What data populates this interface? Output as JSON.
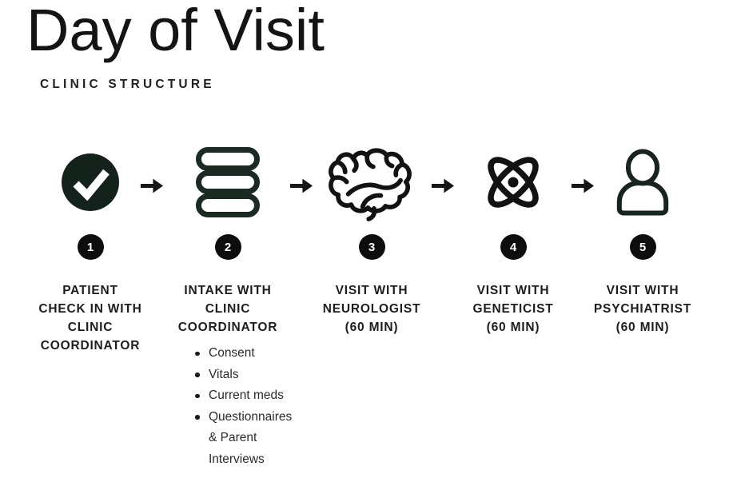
{
  "page": {
    "title": "Day of Visit",
    "subtitle": "CLINIC STRUCTURE"
  },
  "colors": {
    "accent_dark_green": "#13231c",
    "ink_black": "#121212",
    "badge_black": "#0d0d0d",
    "check_white": "#ffffff"
  },
  "flow": {
    "arrow_icon": "arrow-right-icon"
  },
  "steps": [
    {
      "number": "1",
      "icon": "check-circle-icon",
      "label": "PATIENT CHECK IN WITH CLINIC COORDINATOR",
      "label_lines": [
        "PATIENT",
        "CHECK IN WITH",
        "CLINIC",
        "COORDINATOR"
      ]
    },
    {
      "number": "2",
      "icon": "list-icon",
      "label": "INTAKE WITH CLINIC COORDINATOR",
      "label_lines": [
        "INTAKE WITH",
        "CLINIC",
        "COORDINATOR"
      ],
      "bullets": [
        "Consent",
        "Vitals",
        "Current meds",
        "Questionnaires & Parent Interviews"
      ]
    },
    {
      "number": "3",
      "icon": "brain-icon",
      "label": "VISIT WITH NEUROLOGIST (60 MIN)",
      "label_lines": [
        "VISIT WITH",
        "NEUROLOGIST",
        "(60 MIN)"
      ]
    },
    {
      "number": "4",
      "icon": "atom-icon",
      "label": "VISIT WITH GENETICIST (60 MIN)",
      "label_lines": [
        "VISIT WITH",
        "GENETICIST",
        "(60 MIN)"
      ]
    },
    {
      "number": "5",
      "icon": "person-icon",
      "label": "VISIT WITH PSYCHIATRIST (60 MIN)",
      "label_lines": [
        "VISIT WITH",
        "PSYCHIATRIST",
        "(60 MIN)"
      ]
    }
  ]
}
